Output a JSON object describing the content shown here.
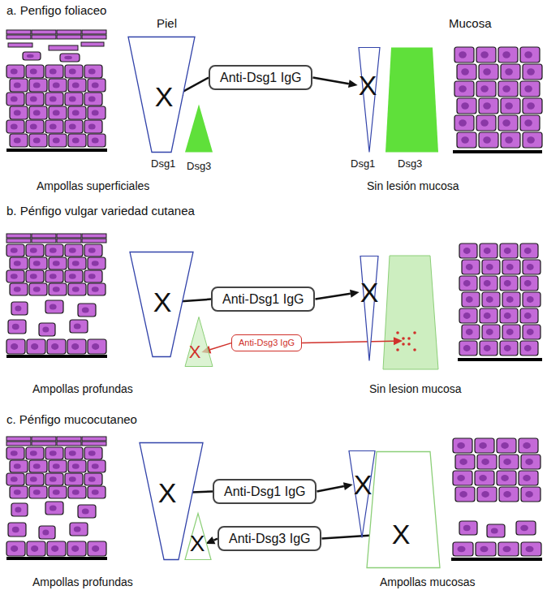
{
  "diagram": {
    "nodes": [
      {
        "text": [
          "Anti-Dsg1 IgG"
        ]
      },
      {
        "text": [
          "X",
          "Dsg1"
        ]
      },
      {
        "text": [
          "Dsg3"
        ]
      },
      {
        "text": [
          "X",
          "Dsg1"
        ]
      },
      {
        "text": [
          "Dsg3"
        ]
      },
      {
        "text": [
          "Anti-Dsg1 IgG"
        ]
      },
      {
        "text": [
          "Anti-Dsg3 IgG"
        ]
      },
      {
        "text": [
          "X"
        ]
      },
      {
        "text": [
          "X"
        ]
      },
      {
        "text": [
          "X"
        ]
      },
      {
        "text": [
          "Anti-Dsg1 IgG"
        ]
      },
      {
        "text": [
          "Anti-Dsg3 IgG"
        ]
      },
      {
        "text": [
          "X"
        ]
      },
      {
        "text": [
          "X"
        ]
      },
      {
        "text": [
          "X"
        ]
      },
      {
        "text": [
          "X"
        ]
      }
    ],
    "edges": [
      {
        "from": 0,
        "to": 1,
        "arrow": "to"
      },
      {
        "from": 0,
        "to": 3,
        "arrow": "to"
      },
      {
        "from": 5,
        "to": 7,
        "arrow": "to"
      },
      {
        "from": 5,
        "to": 9,
        "arrow": "to"
      },
      {
        "from": 6,
        "to": 8,
        "arrow": "to"
      },
      {
        "from": 10,
        "to": 12,
        "arrow": "to"
      },
      {
        "from": 10,
        "to": 14,
        "arrow": "to"
      },
      {
        "from": 11,
        "to": 13,
        "arrow": "to"
      },
      {
        "from": 11,
        "to": 15,
        "arrow": "to"
      }
    ],
    "labels": [
      "a. Penfigo foliaceo",
      "Piel",
      "Mucosa",
      "Ampollas superficiales",
      "Sin lesión mucosa",
      "b. Pénfigo vulgar variedad cutanea",
      "Ampollas profundas",
      "Sin lesion mucosa",
      "c. Pénfigo mucocutaneo",
      "Ampollas profundas",
      "Ampollas mucosas"
    ]
  }
}
